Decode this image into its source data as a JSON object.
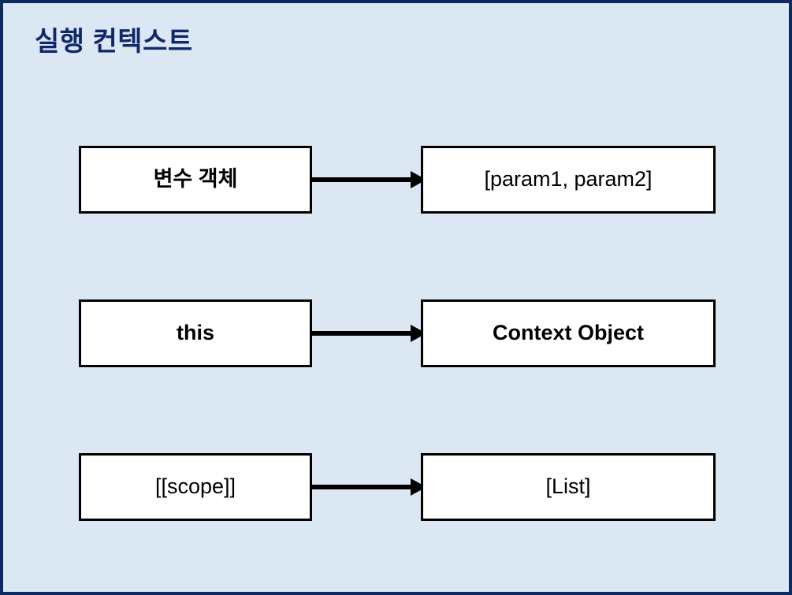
{
  "slide": {
    "title": "실행 컨텍스트",
    "background_color": "#dce7f4",
    "border_color": "#0d2a63",
    "title_color": "#10286a"
  },
  "diagram": {
    "type": "mapping-list",
    "node_fill": "#ffffff",
    "node_border_color": "#000000",
    "arrow_color": "#000000",
    "rows": [
      {
        "left_label": "변수 객체",
        "right_label": "[param1, param2]",
        "left_weight": "bold",
        "right_weight": "normal",
        "arrow": "right-arrow"
      },
      {
        "left_label": "this",
        "right_label": "Context Object",
        "left_weight": "bold",
        "right_weight": "bold",
        "arrow": "right-arrow"
      },
      {
        "left_label": "[[scope]]",
        "right_label": "[List]",
        "left_weight": "normal",
        "right_weight": "normal",
        "arrow": "right-arrow"
      }
    ]
  }
}
